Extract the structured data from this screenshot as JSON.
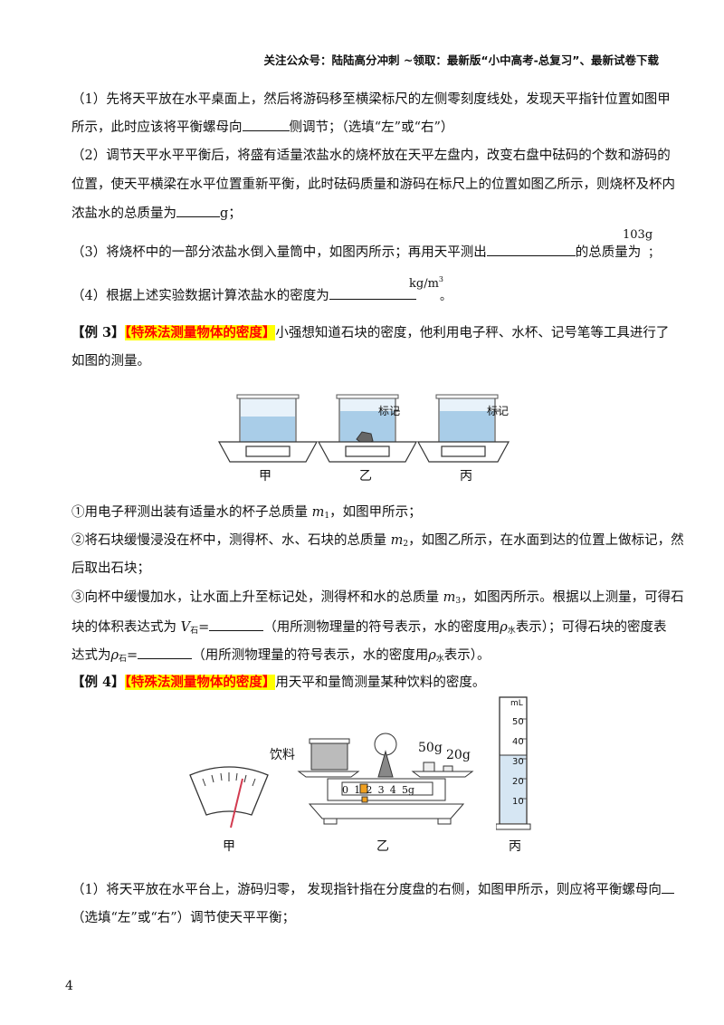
{
  "header": "关注公众号：陆陆高分冲刺 ~领取：最新版“小中高考-总复习”、最新试卷下载",
  "q1_part1": {
    "line1": "（1）先将天平放在水平桌面上，然后将游码移至横梁标尺的左侧零刻度线处，发现天平指针位置如图甲",
    "line2_a": "所示，此时应该将平衡螺母向",
    "line2_b": "侧调节；（选填“左”或“右”）"
  },
  "q1_part2": {
    "line1": "（2）调节天平水平平衡后，将盛有适量浓盐水的烧杯放在天平左盘内，改变右盘中砝码的个数和游码的",
    "line2": "位置，使天平横梁在水平位置重新平衡，此时砝码质量和游码在标尺上的位置如图乙所示，则烧杯及杯内",
    "line3_a": "浓盐水的总质量为",
    "line3_b": "g；"
  },
  "q1_part3": {
    "text_a": "（3）将烧杯中的一部分浓盐水倒入量筒中，如图丙所示；再用天平测出",
    "text_b": "的总质量为",
    "value": "103g",
    "end": "；"
  },
  "q1_part4": {
    "text_a": "（4）根据上述实验数据计算浓盐水的密度为",
    "unit": "kg/m",
    "unit_exp": "3",
    "end": "。"
  },
  "ex3": {
    "label": "【例 3】",
    "tag": "【特殊法测量物体的密度】",
    "line1": "小强想知道石块的密度，他利用电子秤、水杯、记号笔等工具进行了",
    "line2": "如图的测量。",
    "fig_mark": "标记",
    "fig_labels": [
      "甲",
      "乙",
      "丙"
    ],
    "s1_a": "①用电子秤测出装有适量水的杯子总质量 ",
    "s1_var": "m",
    "s1_sub": "1",
    "s1_b": "，如图甲所示；",
    "s2_a": "②将石块缓慢浸没在杯中，测得杯、水、石块的总质量 ",
    "s2_var": "m",
    "s2_sub": "2",
    "s2_b": "，如图乙所示，在水面到达的位置上做标记，然",
    "s2_line2": "后取出石块；",
    "s3_a": "③向杯中缓慢加水，让水面上升至标记处，测得杯和水的总质量 ",
    "s3_var": "m",
    "s3_sub": "3",
    "s3_b": "，如图丙所示。根据以上测量，可得石",
    "s4_a": "块的体积表达式为 ",
    "s4_var": "V",
    "s4_sub": "石",
    "s4_b": "=",
    "s4_c": "（用所测物理量的符号表示，水的密度用",
    "s4_rho": "ρ",
    "s4_rho_sub": "水",
    "s4_d": "表示）；可得石块的密度表",
    "s5_a": "达式为",
    "s5_rho": "ρ",
    "s5_sub": "石",
    "s5_b": "=",
    "s5_c": "（用所测物理量的符号表示，水的密度用",
    "s5_rho2": "ρ",
    "s5_rho2_sub": "水",
    "s5_d": "表示）。"
  },
  "ex4": {
    "label": "【例 4】",
    "tag": "【特殊法测量物体的密度】",
    "text": "用天平和量筒测量某种饮料的密度。",
    "fig_drink": "饮料",
    "weights": [
      "50g",
      "20g"
    ],
    "scale_ticks": [
      "0",
      "1",
      "2",
      "3",
      "4",
      "5g"
    ],
    "cyl_unit": "mL",
    "cyl_ticks": [
      "50",
      "40",
      "30",
      "20",
      "10"
    ],
    "fig_labels": [
      "甲",
      "乙",
      "丙"
    ],
    "q1_line1": "（1）将天平放在水平台上，游码归零， 发现指针指在分度盘的右侧，如图甲所示，则应将平衡螺母向",
    "q1_line2": "（选填“左”或“右”）调节使天平平衡；"
  },
  "page_number": "4"
}
